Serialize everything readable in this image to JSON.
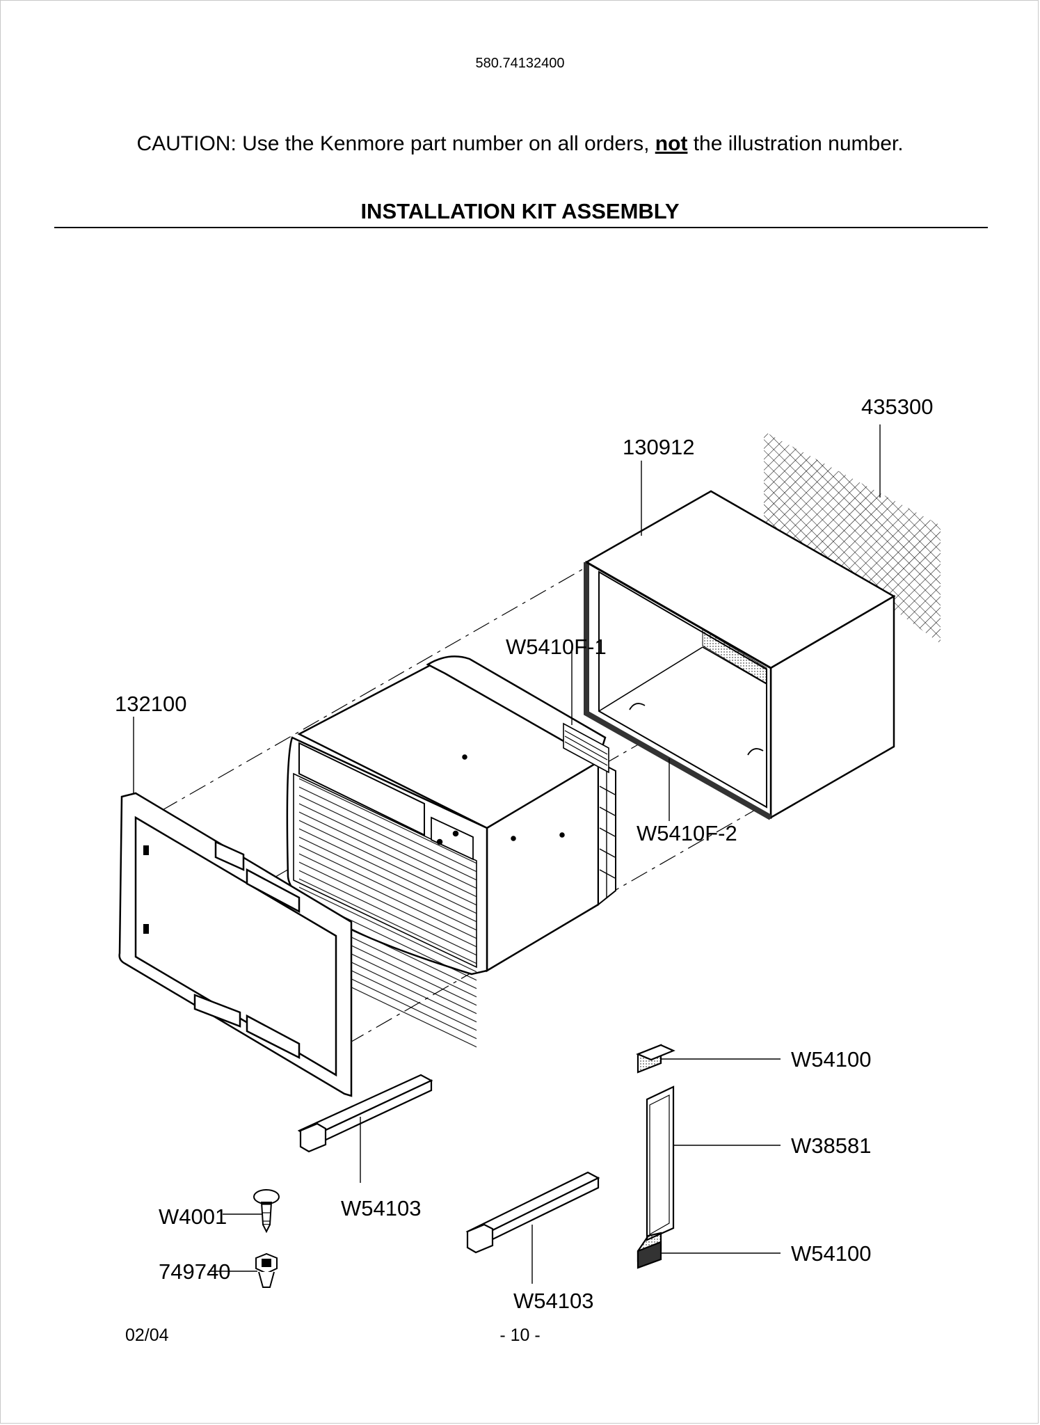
{
  "header": {
    "model_number": "580.74132400",
    "caution_prefix": "CAUTION: Use the Kenmore part number on all orders, ",
    "caution_emphasis": "not",
    "caution_suffix": " the illustration number.",
    "title": "INSTALLATION KIT ASSEMBLY"
  },
  "callouts": {
    "grille_mesh": "435300",
    "cabinet": "130912",
    "gasket_top": "W5410F-1",
    "front_frame": "132100",
    "gasket_bottom": "W5410F-2",
    "foam_top": "W54100",
    "side_panel": "W38581",
    "foam_bottom": "W54100",
    "rail_left": "W54103",
    "rail_right": "W54103",
    "screw": "W4001",
    "clip": "749740"
  },
  "footer": {
    "date": "02/04",
    "page": "- 10 -"
  }
}
